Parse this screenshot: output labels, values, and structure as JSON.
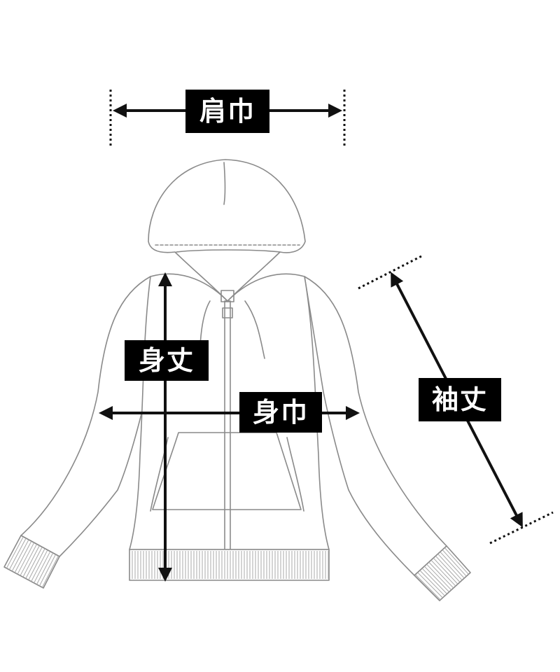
{
  "diagram": {
    "labels": {
      "shoulder_width": "肩巾",
      "body_length": "身丈",
      "body_width": "身巾",
      "sleeve_length": "袖丈"
    },
    "colors": {
      "outline": "#8a8a8a",
      "measure_line": "#111111",
      "label_background": "#000000",
      "label_text": "#ffffff",
      "background": "#ffffff"
    },
    "garment": "zip-up-hoodie"
  }
}
